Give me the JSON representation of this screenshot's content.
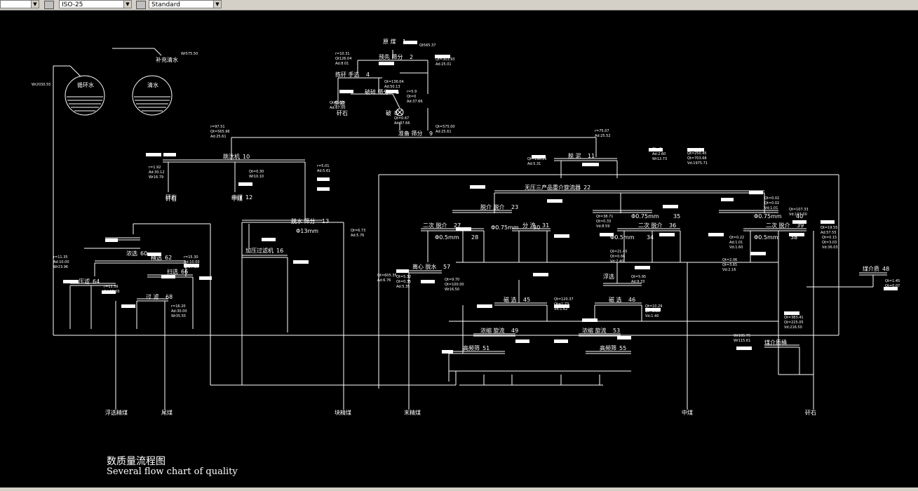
{
  "toolbar": {
    "layer_combo": "",
    "linetype_combo": "ISO-25",
    "style_combo": "Standard"
  },
  "caption": {
    "cn": "数质量流程图",
    "en": "Several flow chart of quality"
  },
  "nodes": [
    {
      "id": "n_raw",
      "label": "原 煤",
      "num": "1"
    },
    {
      "id": "n_prep",
      "label": "预先 筛分",
      "num": "2"
    },
    {
      "id": "n_pick",
      "label": "拣矸 手选",
      "num": "4"
    },
    {
      "id": "n_crush",
      "label": "破碎 筛分",
      "num": "6"
    },
    {
      "id": "n_misc",
      "label": "杂物",
      "num": ""
    },
    {
      "id": "n_gangue1",
      "label": "矸石",
      "num": ""
    },
    {
      "id": "n_break",
      "label": "破",
      "num": "8"
    },
    {
      "id": "n_prep9",
      "label": "准备 筛分",
      "num": "9"
    },
    {
      "id": "n_desl",
      "label": "脱 泥",
      "num": "11"
    },
    {
      "id": "n_jig",
      "label": "跳汰机",
      "num": "10"
    },
    {
      "id": "n_gangue2",
      "label": "矸石",
      "num": ""
    },
    {
      "id": "n_mid1",
      "label": "中煤",
      "num": "12"
    },
    {
      "id": "n_dewater",
      "label": "脱水 筛分",
      "num": "13"
    },
    {
      "id": "n_phi13",
      "label": "Φ13mm",
      "num": ""
    },
    {
      "id": "n_press",
      "label": "加压过滤机",
      "num": "16"
    },
    {
      "id": "n_centrifuge",
      "label": "离心 脱水",
      "num": "57"
    },
    {
      "id": "n_3prod",
      "label": "无压三产品重介旋流器",
      "num": "22"
    },
    {
      "id": "n_des23",
      "label": "脱介 脱介",
      "num": "23"
    },
    {
      "id": "n_phi05a",
      "label": "Φ0.5mm",
      "num": "28"
    },
    {
      "id": "n_phi075a",
      "label": "Φ0.75mm",
      "num": "30"
    },
    {
      "id": "n_sep31",
      "label": "分 流",
      "num": "31"
    },
    {
      "id": "n_phi05b",
      "label": "Φ0.5mm",
      "num": "34"
    },
    {
      "id": "n_phi075b",
      "label": "Φ0.75mm",
      "num": "35"
    },
    {
      "id": "n_phi05c",
      "label": "Φ0.5mm",
      "num": "38"
    },
    {
      "id": "n_phi075c",
      "label": "Φ0.75mm",
      "num": "40"
    },
    {
      "id": "n_twice1",
      "label": "二次 脱介",
      "num": "27"
    },
    {
      "id": "n_twice2",
      "label": "二次 脱介",
      "num": "36"
    },
    {
      "id": "n_twice3",
      "label": "二次 脱介",
      "num": "39"
    },
    {
      "id": "n_mag1",
      "label": "磁 选",
      "num": "45"
    },
    {
      "id": "n_mag2",
      "label": "磁 选",
      "num": "46"
    },
    {
      "id": "n_float",
      "label": "浮选",
      "num": ""
    },
    {
      "id": "n_hcyc1",
      "label": "浓缩 旋流",
      "num": "49"
    },
    {
      "id": "n_hcyc2",
      "label": "浓缩 旋流",
      "num": "53"
    },
    {
      "id": "n_hmag",
      "label": "高频筛",
      "num": "51"
    },
    {
      "id": "n_hmag2",
      "label": "高频筛",
      "num": "55"
    },
    {
      "id": "n_medium",
      "label": "煤介质",
      "num": "48"
    },
    {
      "id": "n_mediumdrum",
      "label": "煤介质桶",
      "num": ""
    },
    {
      "id": "n_circ",
      "label": "循环水",
      "num": ""
    },
    {
      "id": "n_clear",
      "label": "清水",
      "num": ""
    },
    {
      "id": "n_makeup",
      "label": "补充清水",
      "num": ""
    },
    {
      "id": "n_conc",
      "label": "浓选",
      "num": "60"
    },
    {
      "id": "n_floatconc",
      "label": "精选",
      "num": "62"
    },
    {
      "id": "n_pressfilter",
      "label": "压滤",
      "num": "64"
    },
    {
      "id": "n_pick2",
      "label": "扫选",
      "num": "66"
    },
    {
      "id": "n_filter",
      "label": "过 滤",
      "num": "68"
    }
  ],
  "products": [
    {
      "id": "p_floatclean",
      "label": "浮选精煤"
    },
    {
      "id": "p_tail",
      "label": "尾煤"
    },
    {
      "id": "p_cleancoal",
      "label": "块精煤"
    },
    {
      "id": "p_fineclean",
      "label": "末精煤"
    },
    {
      "id": "p_midcoal",
      "label": "中煤"
    },
    {
      "id": "p_gangue",
      "label": "矸石"
    },
    {
      "id": "p_gangue_top",
      "label": "矸石"
    },
    {
      "id": "p_mid_top",
      "label": "中煤"
    }
  ],
  "readouts": [
    {
      "id": "r1",
      "lines": [
        "Qt565.37"
      ]
    },
    {
      "id": "r2",
      "lines": [
        "r=10.31",
        "Qt126.04",
        "Ad:8.01"
      ]
    },
    {
      "id": "r3",
      "lines": [
        "Qt=303.93",
        "Ad:25.01"
      ]
    },
    {
      "id": "r4",
      "lines": [
        "Qt=136.04",
        "Ad:50.13"
      ]
    },
    {
      "id": "r5",
      "lines": [
        "r=5.9",
        "Qt=0",
        "Ad:37.66"
      ]
    },
    {
      "id": "r6",
      "lines": [
        "Qt=0.17",
        "Ad:67.00"
      ]
    },
    {
      "id": "r7",
      "lines": [
        "Qt=0.67",
        "Ad:37.66"
      ]
    },
    {
      "id": "r8",
      "lines": [
        "Qt=575.00",
        "Ad:25.61"
      ]
    },
    {
      "id": "r9",
      "lines": [
        "r=97.51",
        "Qt=565.96",
        "Ad:25.61"
      ]
    },
    {
      "id": "r10",
      "lines": [
        "r=75.07",
        "Ad:25.52"
      ]
    },
    {
      "id": "r11",
      "lines": [
        "r=1.92",
        "Ad:30.12",
        "Wr16.79"
      ]
    },
    {
      "id": "r12",
      "lines": [
        "Qt=0.30",
        "Wr10.10"
      ]
    },
    {
      "id": "r13",
      "lines": [
        "r=5.01",
        "Ad:5.61"
      ]
    },
    {
      "id": "r14",
      "lines": [
        "Qt=0",
        "Ad:2.60",
        "Wr12.73"
      ]
    },
    {
      "id": "r15",
      "lines": [
        "Qt=250.45",
        "Qt=703.68",
        "Vd:1975.71"
      ]
    },
    {
      "id": "r16",
      "lines": [
        "Qt=196.21",
        "Ad:5.31"
      ]
    },
    {
      "id": "r17",
      "lines": [
        "Qt=6.73",
        "Ad:5.76"
      ]
    },
    {
      "id": "r18",
      "lines": [
        "r=11.35",
        "Ad:10.00",
        "Wr23.96"
      ]
    },
    {
      "id": "r19",
      "lines": [
        "r=15.30",
        "Ad:10.00",
        "Wr27.16"
      ]
    },
    {
      "id": "r20",
      "lines": [
        "r=11.36",
        "Ad:10.00"
      ]
    },
    {
      "id": "r21",
      "lines": [
        "r=16.20",
        "Ad:30.00",
        "Wr35.55"
      ]
    },
    {
      "id": "r22",
      "lines": [
        "Qt=605.35",
        "Ad:6.76"
      ]
    },
    {
      "id": "r23",
      "lines": [
        "Qt=5.32",
        "Qt=0.35",
        "Ad:5.35"
      ]
    },
    {
      "id": "r24",
      "lines": [
        "Qt=9.70",
        "Qt=100.00",
        "Wr16.50"
      ]
    },
    {
      "id": "r25",
      "lines": [
        "Qt=21.45",
        "Qt=0.66",
        "Vd:2.40"
      ]
    },
    {
      "id": "r26",
      "lines": [
        "Qt=2.06",
        "Qt=3.65",
        "Vd:2.16"
      ]
    },
    {
      "id": "r27",
      "lines": [
        "Qt=5.95",
        "Ad:9.33"
      ]
    },
    {
      "id": "r28",
      "lines": [
        "Qt=107.33",
        "Vd:107.00"
      ]
    },
    {
      "id": "r29",
      "lines": [
        "Qt=120.37",
        "Qt=1.73",
        "Vd:1.62"
      ]
    },
    {
      "id": "r30",
      "lines": [
        "Qt=10.29",
        "Qt=8.85",
        "Vd:1.40"
      ]
    },
    {
      "id": "r31",
      "lines": [
        "Qt=1.45",
        "Qt=0.07"
      ]
    },
    {
      "id": "r32",
      "lines": [
        "Qt=383.41",
        "Qt=225.05",
        "Vd:216.50"
      ]
    },
    {
      "id": "r33",
      "lines": [
        "Qt=19.55",
        "Ad:57.55"
      ]
    },
    {
      "id": "r34",
      "lines": [
        "Qt=0.15",
        "Qt=3.03",
        "Vd:36.03"
      ]
    },
    {
      "id": "r35",
      "lines": [
        "Qt=0.22",
        "Ad:1.01",
        "Vd:1.60"
      ]
    },
    {
      "id": "r36",
      "lines": [
        "Qt=0.02",
        "Qt=0.02",
        "Vd:1.01"
      ]
    },
    {
      "id": "r37",
      "lines": [
        "Qt=38.71",
        "Qt=0.33",
        "Vd:8.59"
      ]
    },
    {
      "id": "r38",
      "lines": [
        "Wr2030.55"
      ]
    },
    {
      "id": "r39",
      "lines": [
        "Wr575.50"
      ]
    },
    {
      "id": "r40",
      "lines": [
        "Wr105.75",
        "Wr115.61"
      ]
    }
  ]
}
